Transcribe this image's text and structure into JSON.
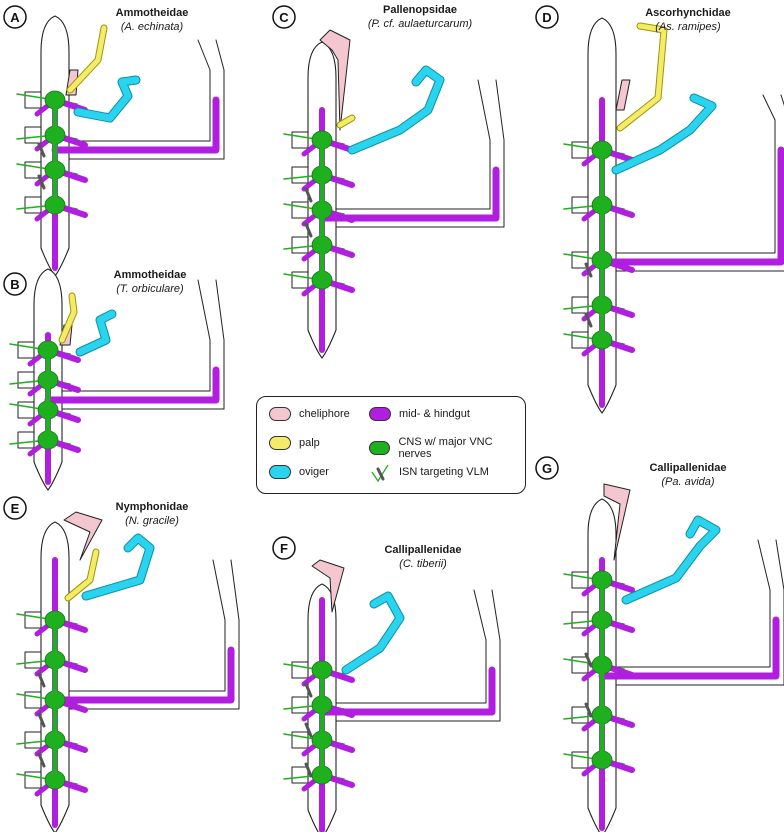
{
  "panels": [
    {
      "letter": "A",
      "family": "Ammotheidae",
      "species": "(A. echinata)"
    },
    {
      "letter": "B",
      "family": "Ammotheidae",
      "species": "(T. orbiculare)"
    },
    {
      "letter": "C",
      "family": "Pallenopsidae",
      "species": "(P. cf. aulaeturcarum)"
    },
    {
      "letter": "D",
      "family": "Ascorhynchidae",
      "species": "(As. ramipes)"
    },
    {
      "letter": "E",
      "family": "Nymphonidae",
      "species": "(N. gracile)"
    },
    {
      "letter": "F",
      "family": "Callipallenidae",
      "species": "(C. tiberii)"
    },
    {
      "letter": "G",
      "family": "Callipallenidae",
      "species": "(Pa. avida)"
    }
  ],
  "legend": {
    "items": [
      {
        "label": "cheliphore",
        "color": "#f4c6cf"
      },
      {
        "label": "palp",
        "color": "#f5ea6a"
      },
      {
        "label": "oviger",
        "color": "#2ad4ef"
      },
      {
        "label": "mid- & hindgut",
        "color": "#b21ee0"
      },
      {
        "label": "CNS w/ major VNC nerves",
        "color": "#1fb01f"
      },
      {
        "label": "ISN targeting VLM",
        "color": "#555555"
      }
    ]
  },
  "colors": {
    "cheliphore": "#f4c6cf",
    "palp": "#f5ea6a",
    "oviger": "#2ad4ef",
    "gut": "#b21ee0",
    "cns": "#1fb01f",
    "isn": "#555555",
    "outline": "#222222"
  }
}
